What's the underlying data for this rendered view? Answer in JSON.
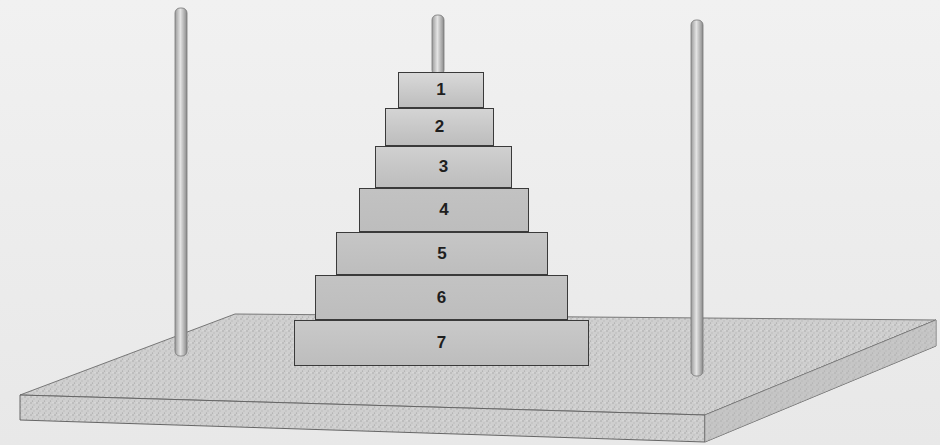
{
  "diagram": {
    "nodes": [
      {
        "text": [
          "1"
        ]
      },
      {
        "text": [
          "2"
        ]
      },
      {
        "text": [
          "3"
        ]
      },
      {
        "text": [
          "4"
        ]
      },
      {
        "text": [
          "5"
        ]
      },
      {
        "text": [
          "6"
        ]
      },
      {
        "text": [
          "7"
        ]
      }
    ]
  }
}
